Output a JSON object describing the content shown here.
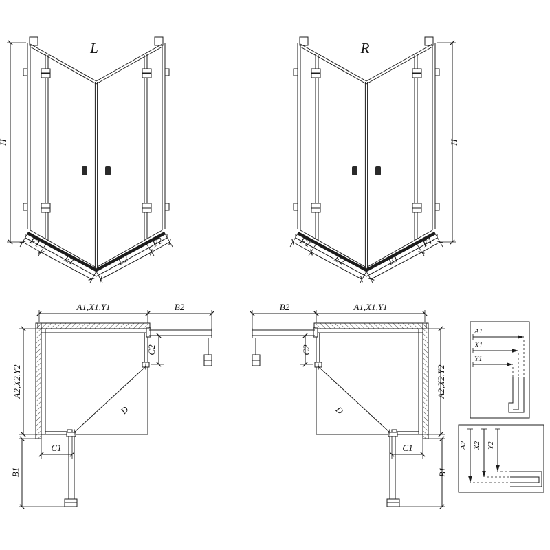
{
  "drawing": {
    "colors": {
      "line": "#1c1c1c",
      "background": "#ffffff",
      "handle": "#2a2a2a"
    },
    "views": {
      "front_left": {
        "model": "L"
      },
      "front_right": {
        "model": "R"
      }
    },
    "labels": {
      "height": "H",
      "f1": "F1",
      "e1": "E1",
      "e2": "E2",
      "f2": "F2",
      "a1x1y1": "A1,X1,Y1",
      "a2x2y2": "A2,X2,Y2",
      "b1": "B1",
      "b2": "B2",
      "c1": "C1",
      "c2": "C2",
      "d": "D",
      "a1": "A1",
      "x1": "X1",
      "y1": "Y1",
      "a2": "A2",
      "x2": "X2",
      "y2": "Y2"
    }
  }
}
